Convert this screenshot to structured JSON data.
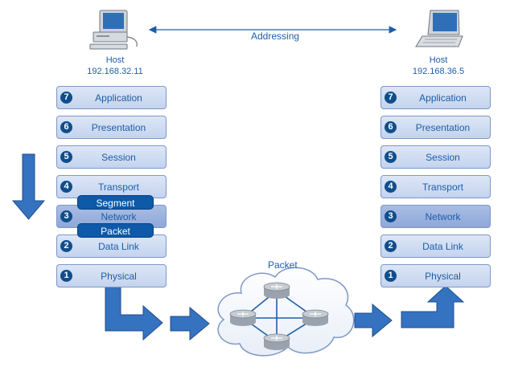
{
  "addressing_label": "Addressing",
  "packet_label": "Packet",
  "left_host": {
    "title": "Host",
    "ip": "192.168.32.11"
  },
  "right_host": {
    "title": "Host",
    "ip": "192.168.36.5"
  },
  "layers": [
    {
      "num": "7",
      "name": "Application"
    },
    {
      "num": "6",
      "name": "Presentation"
    },
    {
      "num": "5",
      "name": "Session"
    },
    {
      "num": "4",
      "name": "Transport"
    },
    {
      "num": "3",
      "name": "Network"
    },
    {
      "num": "2",
      "name": "Data Link"
    },
    {
      "num": "1",
      "name": "Physical"
    }
  ],
  "pdus": {
    "segment": "Segment",
    "packet": "Packet"
  },
  "colors": {
    "arrow": "#2f6cb6",
    "layer_border": "#7e98c8",
    "pdu": "#0e5aa8",
    "text": "#1d5ea8"
  }
}
